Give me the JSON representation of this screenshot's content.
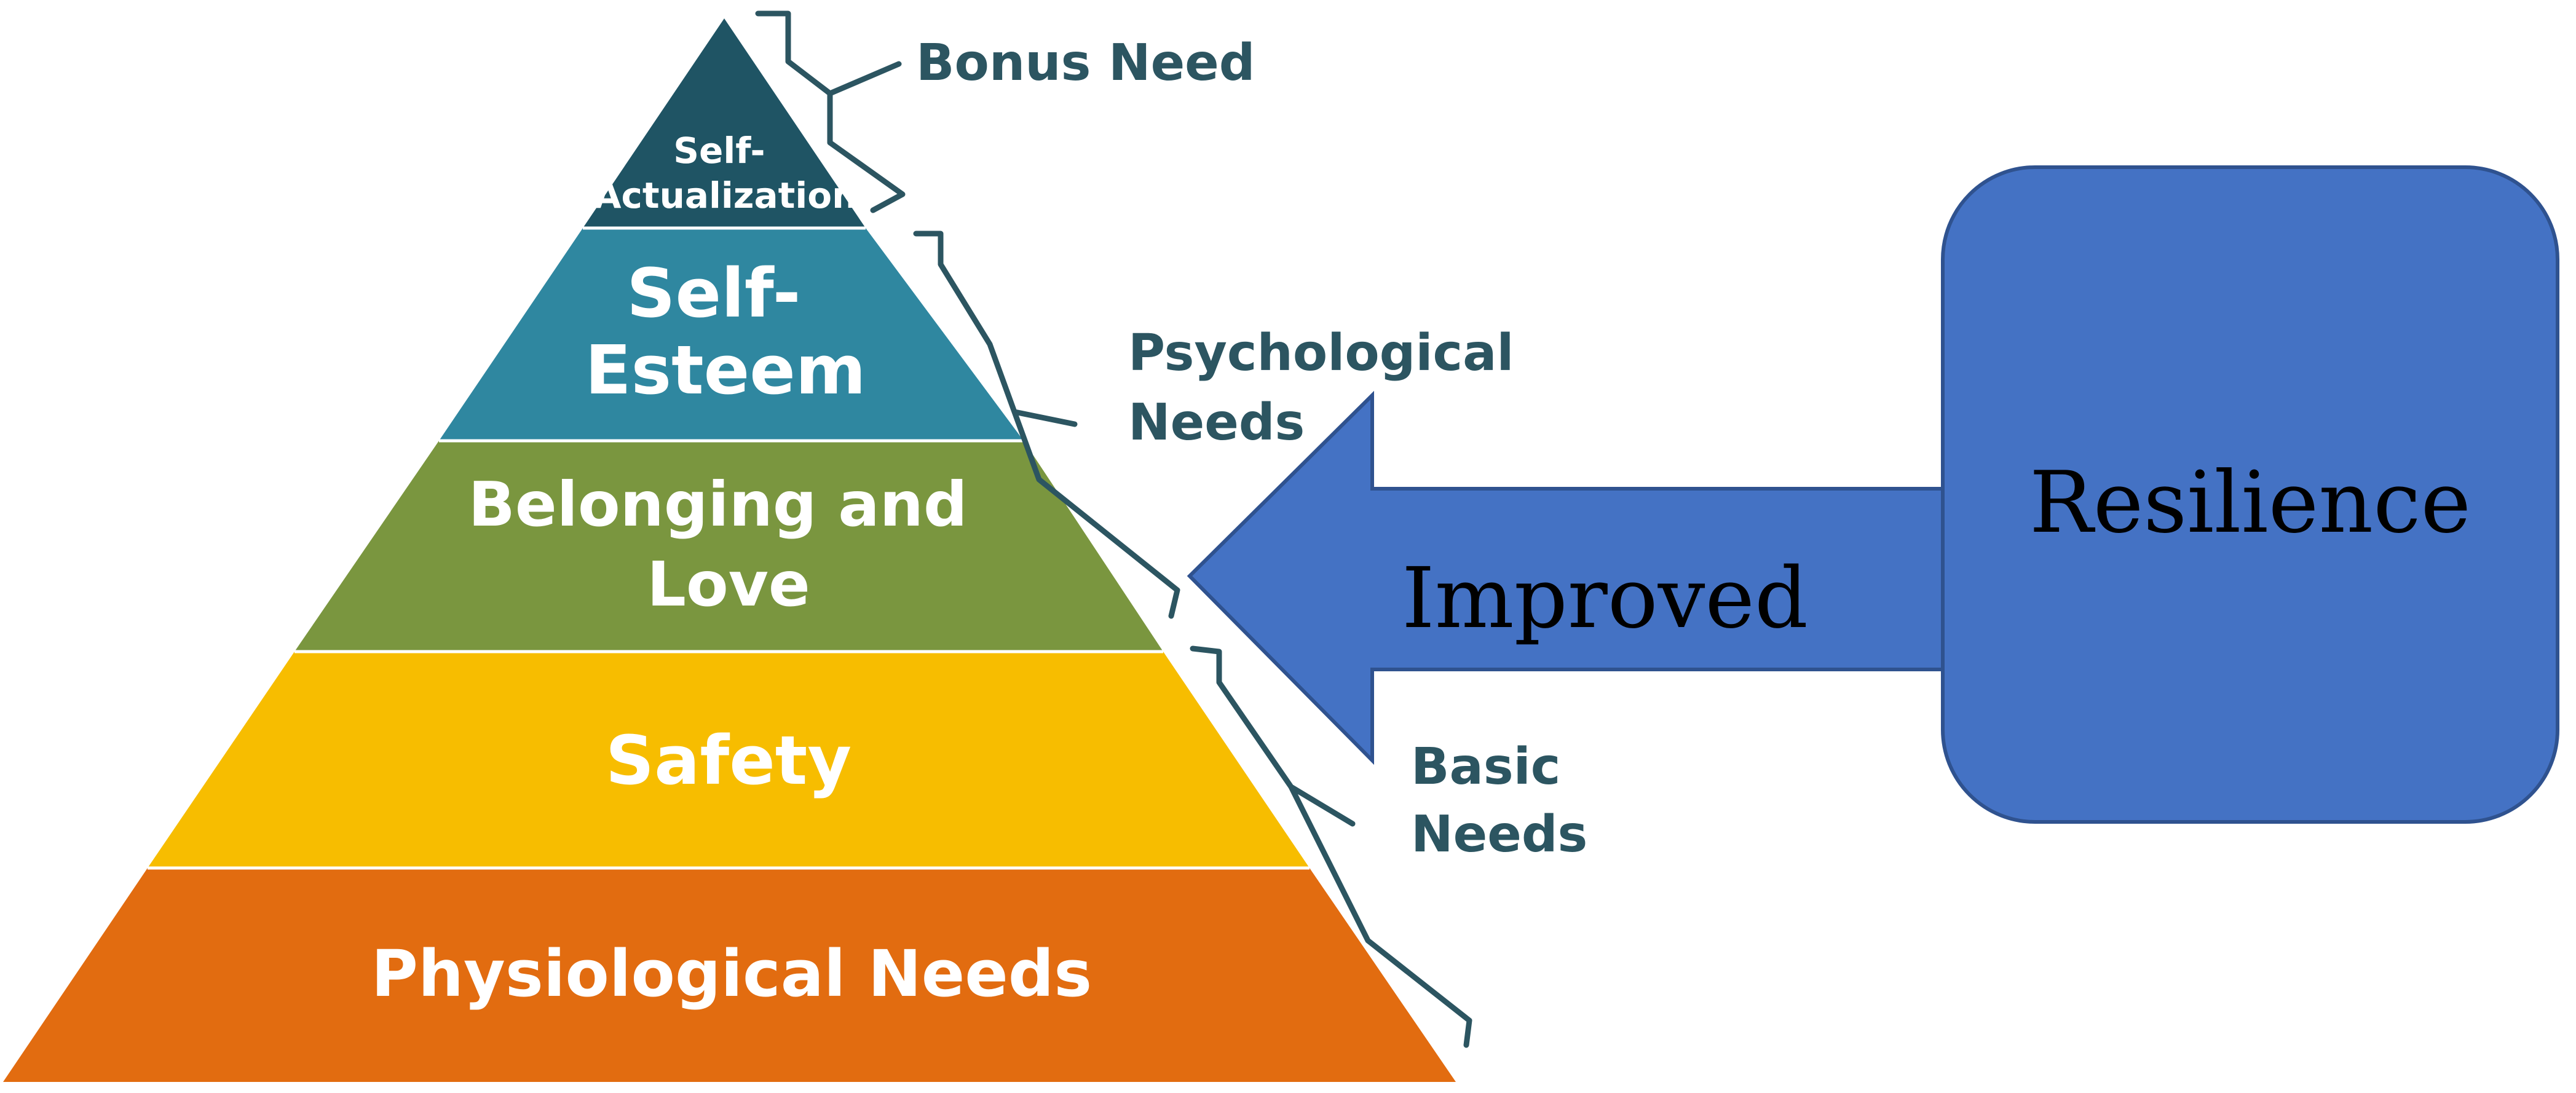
{
  "pyramid": {
    "tiers": [
      {
        "lines": [
          "Self-",
          "Actualization"
        ],
        "color": "#1f5464"
      },
      {
        "lines": [
          "Self-",
          "Esteem"
        ],
        "color": "#2f87a0"
      },
      {
        "lines": [
          "Belonging and",
          "Love"
        ],
        "color": "#7a963f"
      },
      {
        "lines": [
          "Safety"
        ],
        "color": "#f7bd00"
      },
      {
        "lines": [
          "Physiological Needs"
        ],
        "color": "#e26c10"
      }
    ]
  },
  "groups": [
    {
      "lines": [
        "Bonus Need"
      ]
    },
    {
      "lines": [
        "Psychological",
        "Needs"
      ]
    },
    {
      "lines": [
        "Basic",
        "Needs"
      ]
    }
  ],
  "colors": {
    "group_text": "#2c5561",
    "bracket": "#2c5561",
    "accent_blue": "#4472c4",
    "accent_blue_stroke": "#2f528f"
  },
  "arrow": {
    "label": "Improved"
  },
  "box": {
    "label": "Resilience"
  }
}
